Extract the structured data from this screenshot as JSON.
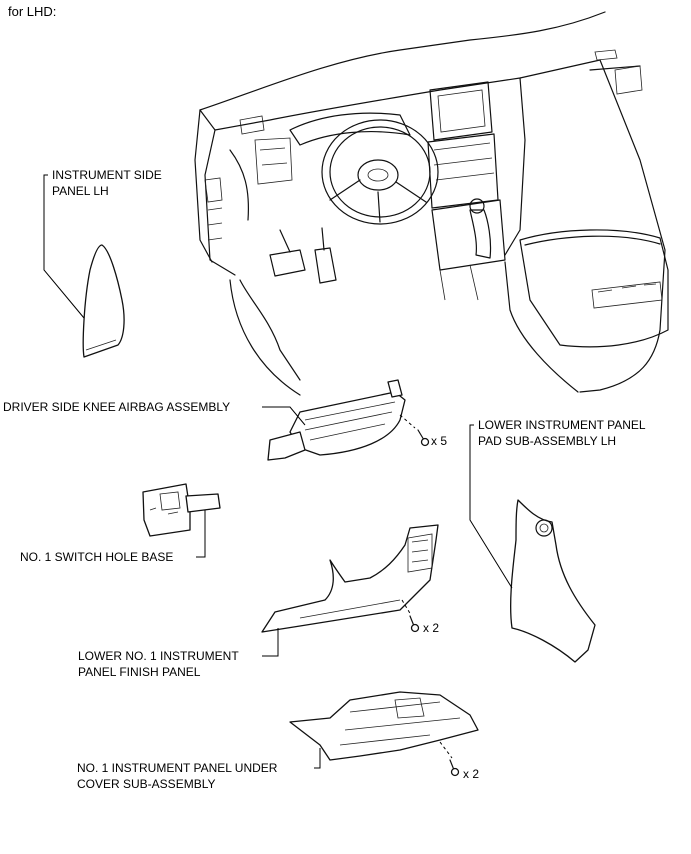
{
  "header": "for LHD:",
  "labels": {
    "instrument_side_panel_lh_1": "INSTRUMENT SIDE",
    "instrument_side_panel_lh_2": "PANEL LH",
    "knee_airbag": "DRIVER SIDE KNEE AIRBAG ASSEMBLY",
    "lower_pad_1": "LOWER INSTRUMENT PANEL",
    "lower_pad_2": "PAD SUB-ASSEMBLY LH",
    "switch_hole_base": "NO. 1 SWITCH HOLE BASE",
    "finish_panel_1": "LOWER NO. 1 INSTRUMENT",
    "finish_panel_2": "PANEL FINISH PANEL",
    "under_cover_1": "NO. 1 INSTRUMENT PANEL UNDER",
    "under_cover_2": "COVER SUB-ASSEMBLY"
  },
  "bolt_counts": {
    "knee_airbag": "x 5",
    "finish_panel": "x 2",
    "under_cover": "x 2"
  }
}
